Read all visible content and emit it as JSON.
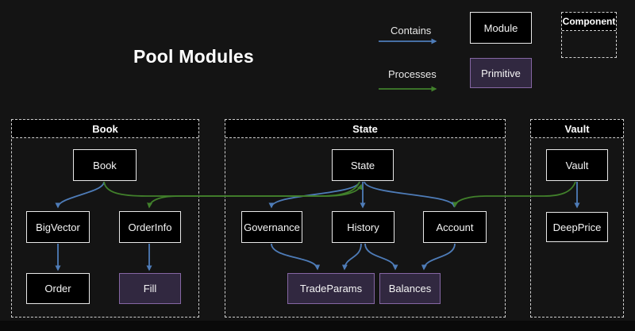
{
  "title": "Pool Modules",
  "legend": {
    "contains_label": "Contains",
    "processes_label": "Processes",
    "module_label": "Module",
    "primitive_label": "Primitive",
    "component_label": "Component"
  },
  "colors": {
    "background": "#141414",
    "contains_edge": "#4e7cb8",
    "processes_edge": "#41802b",
    "module_fill": "#000000",
    "module_border": "#e8e8e8",
    "primitive_fill": "#312840",
    "primitive_border": "#8566a3",
    "container_border": "#cfcfcf"
  },
  "containers": {
    "book": {
      "label": "Book"
    },
    "state": {
      "label": "State"
    },
    "vault": {
      "label": "Vault"
    }
  },
  "nodes": {
    "book": {
      "label": "Book",
      "type": "module"
    },
    "bigvector": {
      "label": "BigVector",
      "type": "module"
    },
    "orderinfo": {
      "label": "OrderInfo",
      "type": "module"
    },
    "order": {
      "label": "Order",
      "type": "module"
    },
    "fill": {
      "label": "Fill",
      "type": "primitive"
    },
    "state": {
      "label": "State",
      "type": "module"
    },
    "governance": {
      "label": "Governance",
      "type": "module"
    },
    "history": {
      "label": "History",
      "type": "module"
    },
    "account": {
      "label": "Account",
      "type": "module"
    },
    "tradeparams": {
      "label": "TradeParams",
      "type": "primitive"
    },
    "balances": {
      "label": "Balances",
      "type": "primitive"
    },
    "vault": {
      "label": "Vault",
      "type": "module"
    },
    "deepprice": {
      "label": "DeepPrice",
      "type": "module"
    }
  },
  "edges": [
    {
      "from": "Book",
      "to": "BigVector",
      "type": "contains"
    },
    {
      "from": "BigVector",
      "to": "Order",
      "type": "contains"
    },
    {
      "from": "OrderInfo",
      "to": "Fill",
      "type": "contains"
    },
    {
      "from": "State",
      "to": "Governance",
      "type": "contains"
    },
    {
      "from": "State",
      "to": "History",
      "type": "contains"
    },
    {
      "from": "State",
      "to": "Account",
      "type": "contains"
    },
    {
      "from": "Governance",
      "to": "TradeParams",
      "type": "contains"
    },
    {
      "from": "History",
      "to": "TradeParams",
      "type": "contains"
    },
    {
      "from": "History",
      "to": "Balances",
      "type": "contains"
    },
    {
      "from": "Account",
      "to": "Balances",
      "type": "contains"
    },
    {
      "from": "Vault",
      "to": "DeepPrice",
      "type": "contains"
    },
    {
      "from": "Book",
      "to": "State",
      "type": "processes"
    },
    {
      "from": "State",
      "to": "OrderInfo",
      "type": "processes"
    },
    {
      "from": "Vault",
      "to": "Account",
      "type": "processes"
    }
  ]
}
